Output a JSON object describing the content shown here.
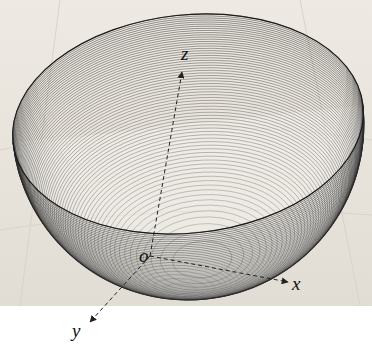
{
  "diagram": {
    "labels": [
      "z",
      "o",
      "x",
      "y"
    ]
  }
}
